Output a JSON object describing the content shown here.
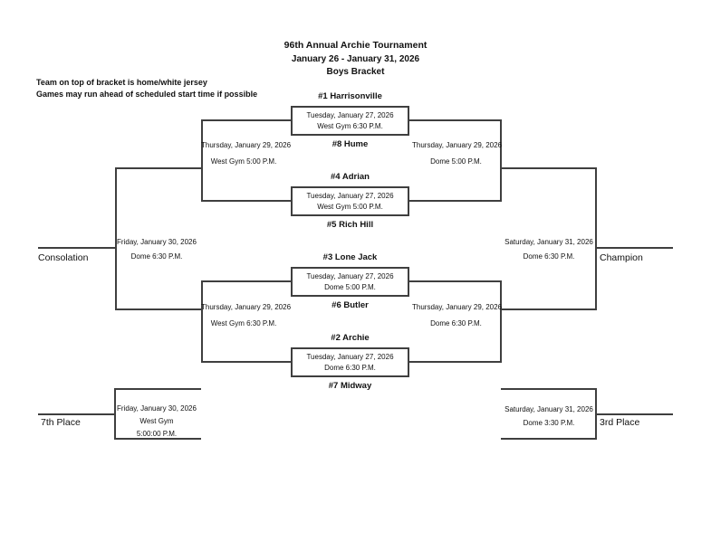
{
  "title": {
    "line1": "96th Annual Archie Tournament",
    "line2": "January 26 - January 31, 2026",
    "line3": "Boys Bracket"
  },
  "notes": [
    "Team on top of bracket is home/white jersey",
    "Games may run ahead of scheduled start time if possible"
  ],
  "first_round": [
    {
      "top_team": "#1 Harrisonville",
      "bottom_team": "#8 Hume",
      "date": "Tuesday, January 27, 2026",
      "venue_time": "West Gym 6:30 P.M."
    },
    {
      "top_team": "#4 Adrian",
      "bottom_team": "#5 Rich Hill",
      "date": "Tuesday, January 27, 2026",
      "venue_time": "West Gym 5:00 P.M."
    },
    {
      "top_team": "#3 Lone Jack",
      "bottom_team": "#6 Butler",
      "date": "Tuesday, January 27, 2026",
      "venue_time": "Dome 5:00 P.M."
    },
    {
      "top_team": "#2 Archie",
      "bottom_team": "#7 Midway",
      "date": "Tuesday, January 27, 2026",
      "venue_time": "Dome 6:30 P.M."
    }
  ],
  "consolation_semis": [
    {
      "date": "Thursday, January 29, 2026",
      "venue_time": "West Gym 5:00 P.M."
    },
    {
      "date": "Thursday, January 29, 2026",
      "venue_time": "West Gym 6:30 P.M."
    }
  ],
  "winners_semis": [
    {
      "date": "Thursday, January 29, 2026",
      "venue_time": "Dome 5:00 P.M."
    },
    {
      "date": "Thursday, January 29, 2026",
      "venue_time": "Dome 6:30 P.M."
    }
  ],
  "consolation_final": {
    "label": "Consolation",
    "date": "Friday, January 30, 2026",
    "venue_time": "Dome 6:30 P.M."
  },
  "championship": {
    "label": "Champion",
    "date": "Saturday, January 31, 2026",
    "venue_time": "Dome 6:30 P.M."
  },
  "seventh_place": {
    "label": "7th Place",
    "date": "Friday, January 30, 2026",
    "venue": "West Gym",
    "time": "5:00:00 P.M."
  },
  "third_place": {
    "label": "3rd Place",
    "date": "Saturday, January 31, 2026",
    "venue_time": "Dome 3:30 P.M."
  },
  "colors": {
    "line": "#3f3f3f",
    "text": "#111111",
    "background": "#ffffff"
  }
}
